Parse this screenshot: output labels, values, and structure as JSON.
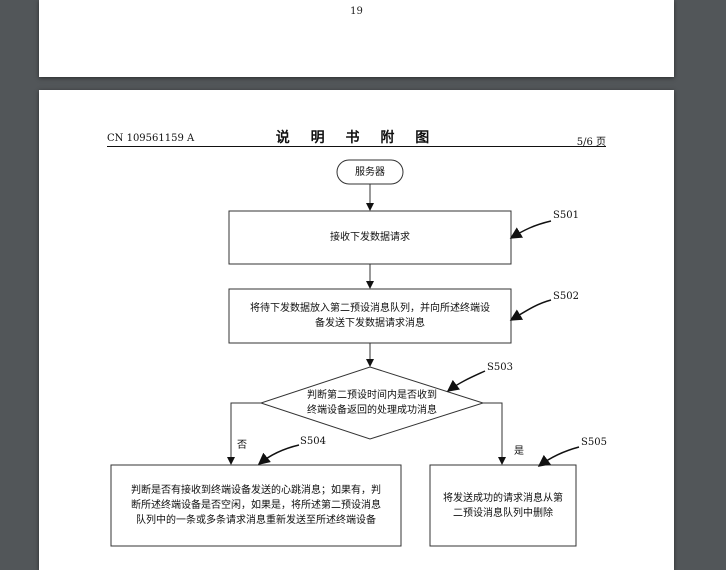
{
  "previous_page": {
    "page_number": "19"
  },
  "header": {
    "publication_no": "CN 109561159 A",
    "title": "说 明 书 附 图",
    "sheet": "5/6 页"
  },
  "flowchart": {
    "start": "服务器",
    "s501": {
      "step": "S501",
      "text": "接收下发数据请求"
    },
    "s502": {
      "step": "S502",
      "line1": "将待下发数据放入第二预设消息队列，并向所述终端设",
      "line2": "备发送下发数据请求消息"
    },
    "s503": {
      "step": "S503",
      "line1": "判断第二预设时间内是否收到",
      "line2": "终端设备返回的处理成功消息"
    },
    "branch_no": "否",
    "branch_yes": "是",
    "s504": {
      "step": "S504",
      "line1": "判断是否有接收到终端设备发送的心跳消息；如果有，判",
      "line2": "断所述终端设备是否空闲，如果是，将所述第二预设消息",
      "line3": "队列中的一条或多条请求消息重新发送至所述终端设备"
    },
    "s505": {
      "step": "S505",
      "line1": "将发送成功的请求消息从第",
      "line2": "二预设消息队列中删除"
    }
  }
}
